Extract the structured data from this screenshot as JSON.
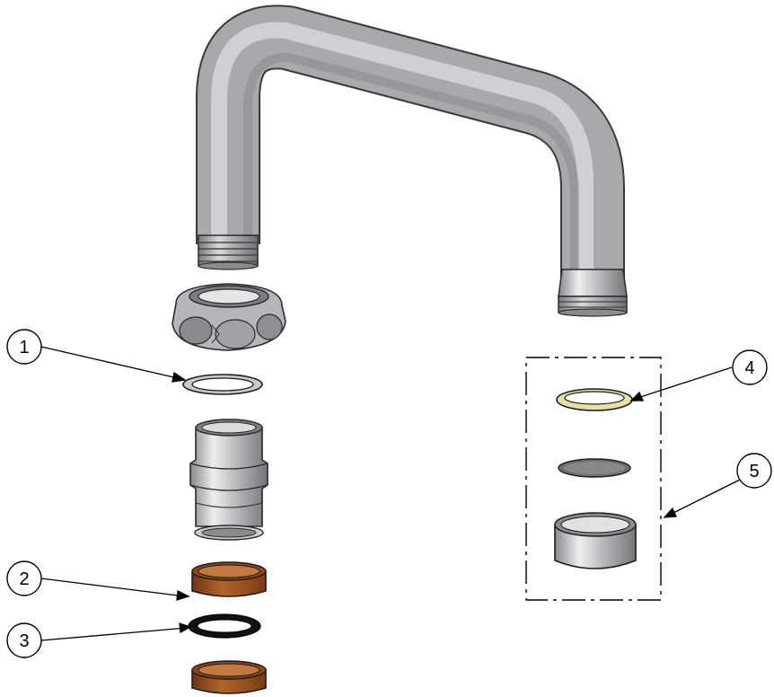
{
  "diagram": {
    "callouts": [
      {
        "id": "1",
        "label": "1"
      },
      {
        "id": "2",
        "label": "2"
      },
      {
        "id": "3",
        "label": "3"
      },
      {
        "id": "4",
        "label": "4"
      },
      {
        "id": "5",
        "label": "5"
      }
    ],
    "colors": {
      "chrome_dark": "#7d7d82",
      "chrome_mid": "#b9b9bd",
      "chrome_light": "#f0f0f2",
      "copper": "#a0531f",
      "rubber": "#111111",
      "brass_washer": "#e8e3a8",
      "screen": "#6f6f72"
    }
  }
}
